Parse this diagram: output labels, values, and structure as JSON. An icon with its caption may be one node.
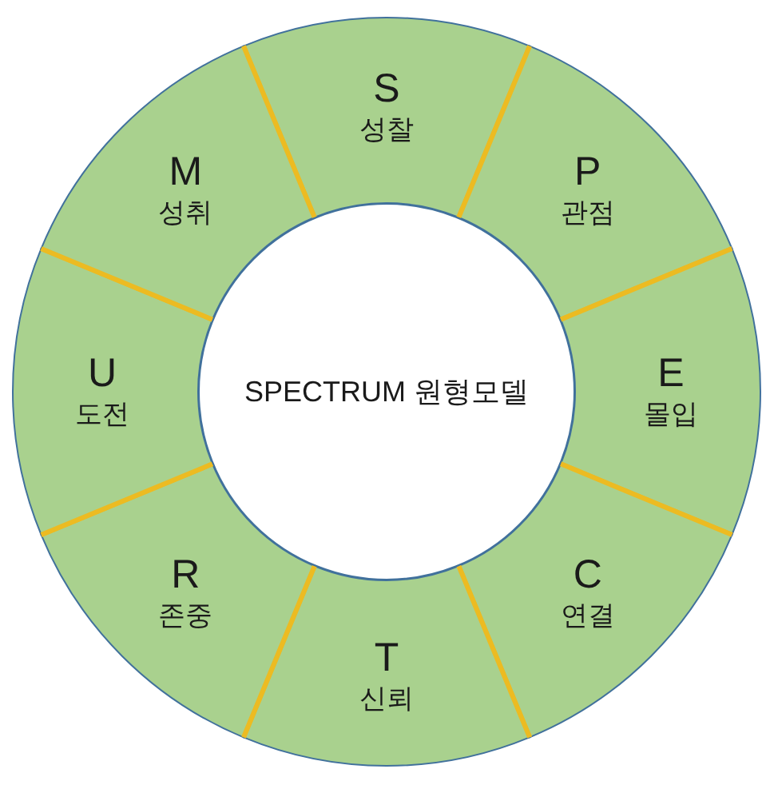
{
  "diagram": {
    "nodes": [
      {
        "text": [
          "SPECTRUM 원형모델"
        ]
      },
      {
        "text": [
          "S",
          "성찰"
        ]
      },
      {
        "text": [
          "P",
          "관점"
        ]
      },
      {
        "text": [
          "E",
          "몰입"
        ]
      },
      {
        "text": [
          "C",
          "연결"
        ]
      },
      {
        "text": [
          "T",
          "신뢰"
        ]
      },
      {
        "text": [
          "R",
          "존중"
        ]
      },
      {
        "text": [
          "U",
          "도전"
        ]
      },
      {
        "text": [
          "M",
          "성취"
        ]
      }
    ]
  }
}
